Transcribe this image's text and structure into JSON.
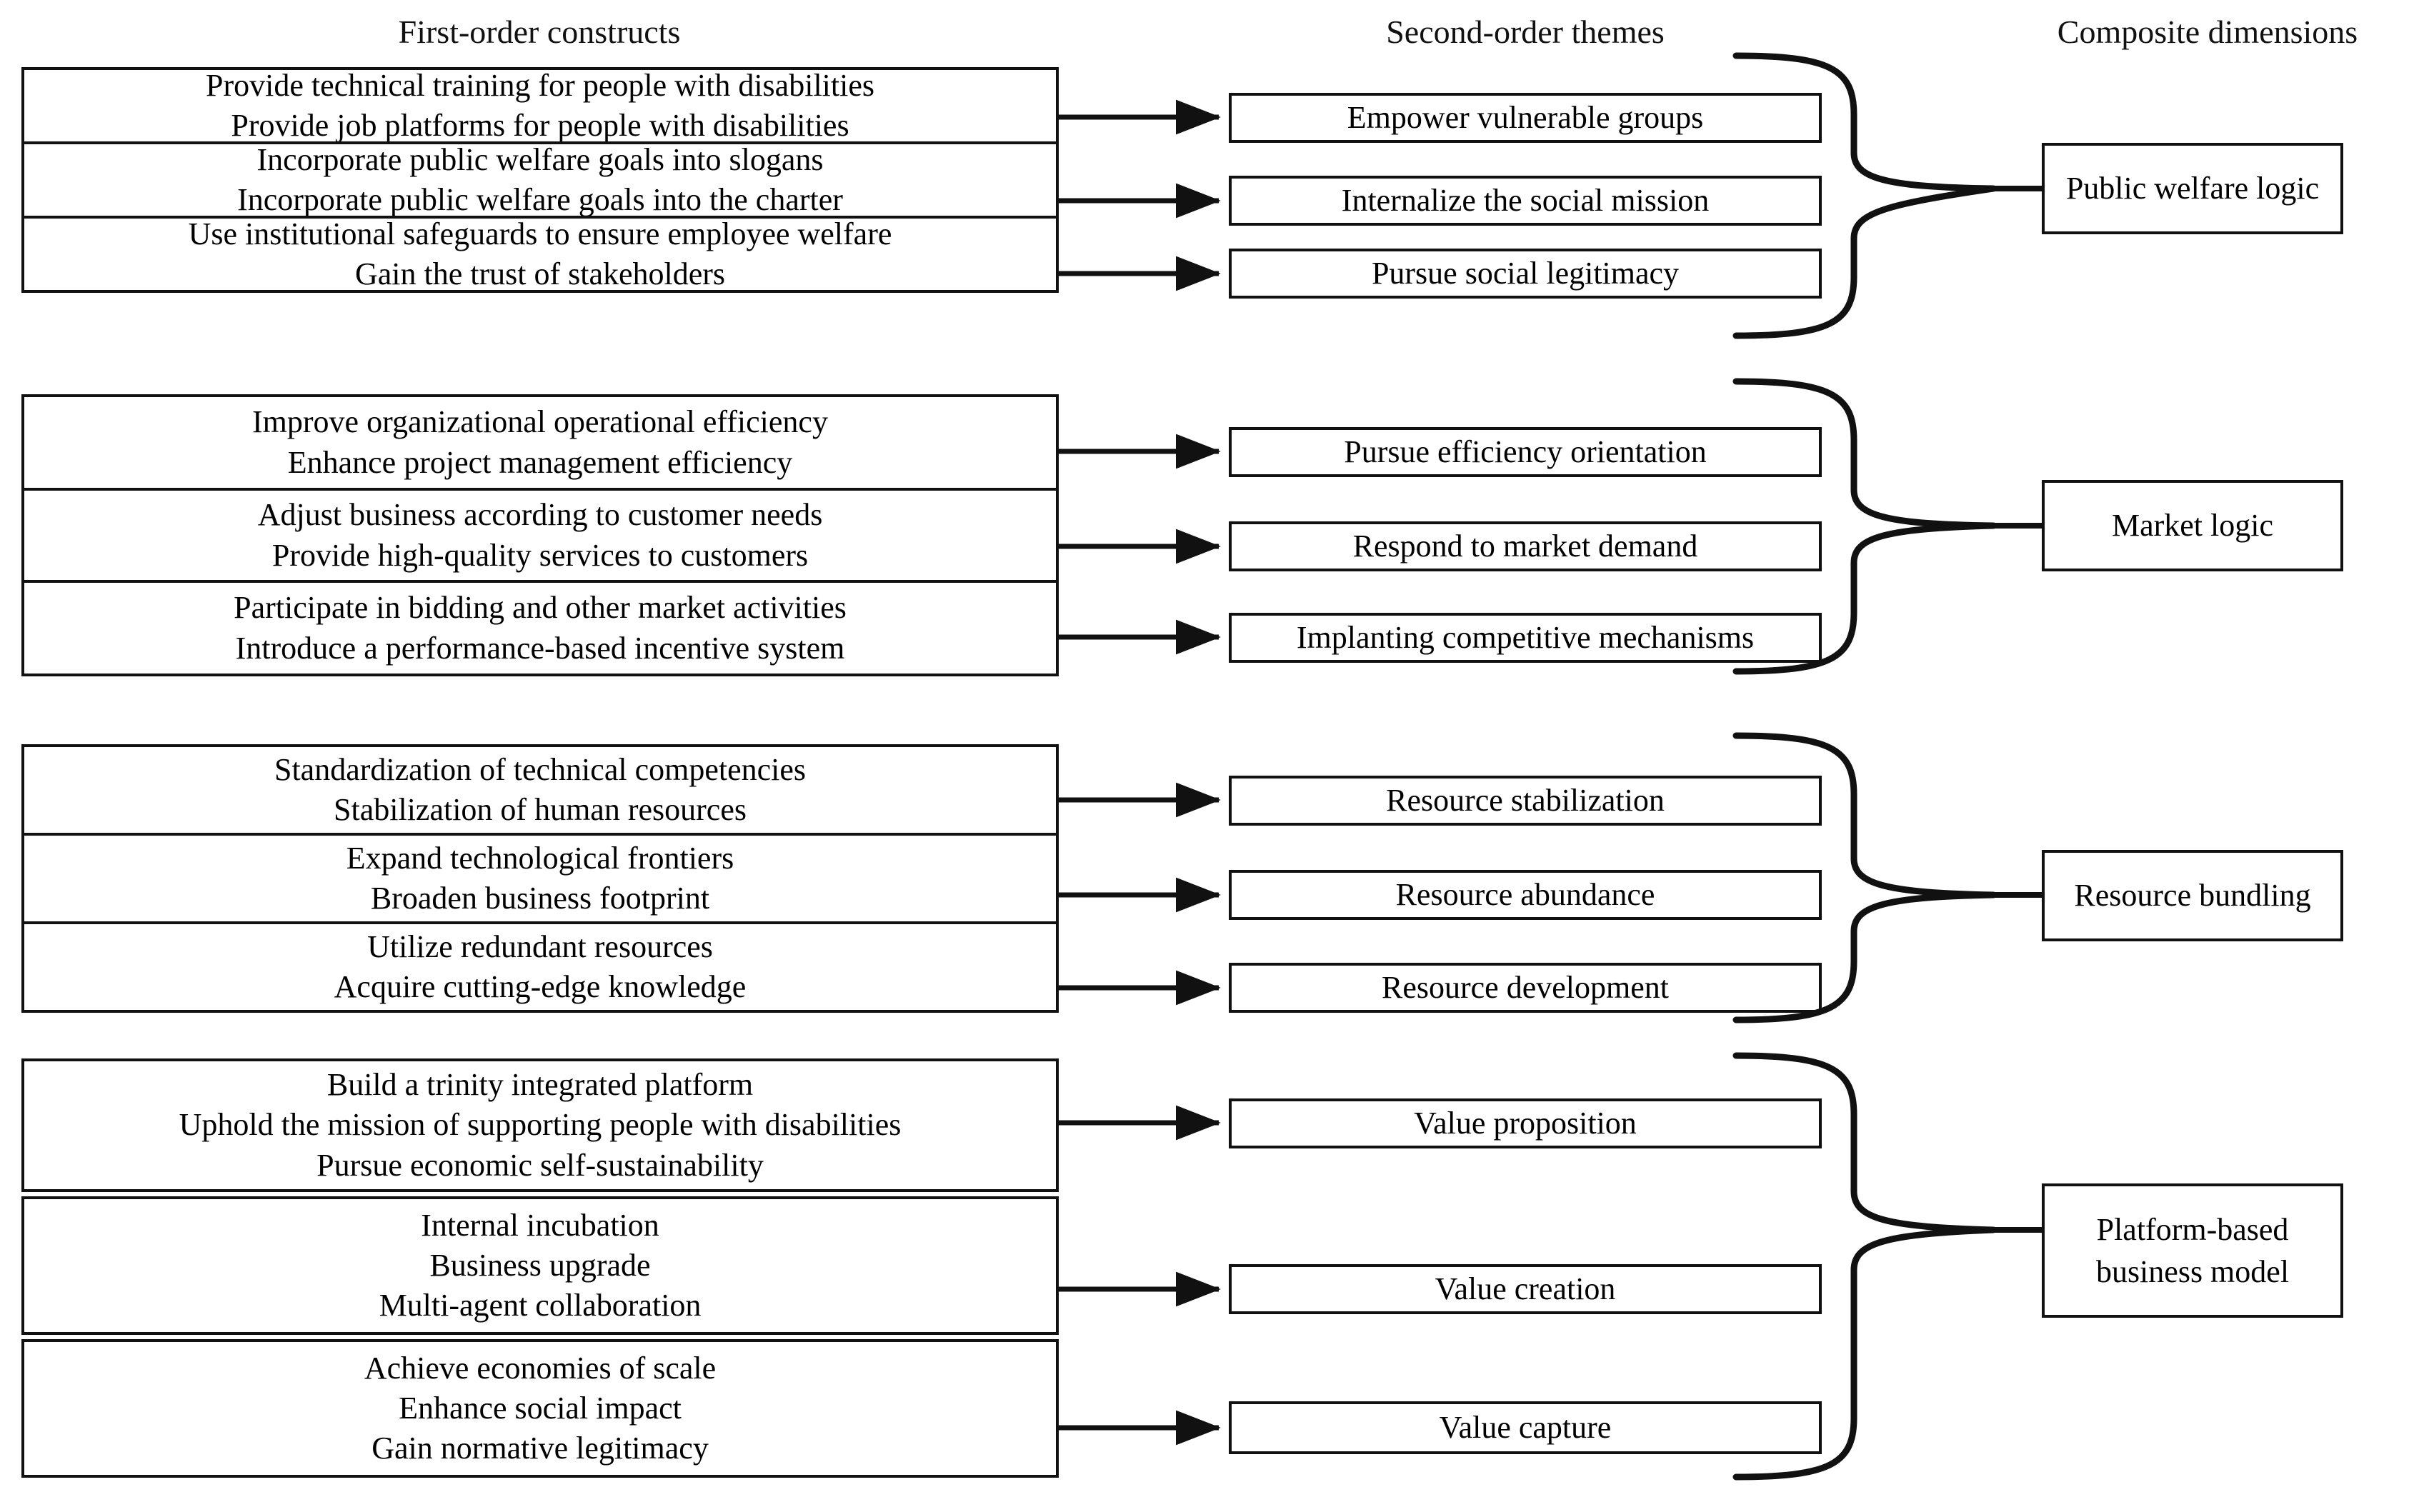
{
  "headers": {
    "first_order": "First-order constructs",
    "second_order": "Second-order themes",
    "composite": "Composite dimensions"
  },
  "colors": {
    "stroke": "#111111",
    "background": "#ffffff",
    "text": "#000000"
  },
  "groups": [
    {
      "id": "public-welfare-logic",
      "composite": "Public welfare logic",
      "rows": [
        {
          "constructs": [
            "Provide technical training for people with disabilities",
            "Provide job platforms for people with disabilities"
          ],
          "theme": "Empower vulnerable groups"
        },
        {
          "constructs": [
            "Incorporate public welfare goals into slogans",
            "Incorporate public welfare goals into the charter"
          ],
          "theme": "Internalize the social mission"
        },
        {
          "constructs": [
            "Use institutional safeguards to ensure employee welfare",
            "Gain the trust of stakeholders"
          ],
          "theme": "Pursue social legitimacy"
        }
      ]
    },
    {
      "id": "market-logic",
      "composite": "Market logic",
      "rows": [
        {
          "constructs": [
            "Improve organizational operational efficiency",
            "Enhance project management efficiency"
          ],
          "theme": "Pursue efficiency orientation"
        },
        {
          "constructs": [
            "Adjust business according to customer needs",
            "Provide high-quality services to customers"
          ],
          "theme": "Respond to market demand"
        },
        {
          "constructs": [
            "Participate in bidding and other market activities",
            "Introduce a performance-based incentive system"
          ],
          "theme": "Implanting competitive mechanisms"
        }
      ]
    },
    {
      "id": "resource-bundling",
      "composite": "Resource bundling",
      "rows": [
        {
          "constructs": [
            "Standardization of technical competencies",
            "Stabilization of human resources"
          ],
          "theme": "Resource stabilization"
        },
        {
          "constructs": [
            "Expand technological frontiers",
            "Broaden business footprint"
          ],
          "theme": "Resource abundance"
        },
        {
          "constructs": [
            "Utilize redundant resources",
            "Acquire cutting-edge knowledge"
          ],
          "theme": "Resource development"
        }
      ]
    },
    {
      "id": "platform-based-business-model",
      "composite_lines": [
        "Platform-based",
        "business model"
      ],
      "composite": "Platform-based business model",
      "rows": [
        {
          "constructs": [
            "Build a trinity integrated platform",
            "Uphold the mission of supporting people with disabilities",
            "Pursue economic self-sustainability"
          ],
          "theme": "Value proposition"
        },
        {
          "constructs": [
            "Internal incubation",
            "Business upgrade",
            "Multi-agent collaboration"
          ],
          "theme": "Value creation"
        },
        {
          "constructs": [
            "Achieve economies of scale",
            "Enhance social impact",
            "Gain normative legitimacy"
          ],
          "theme": "Value capture"
        }
      ]
    }
  ]
}
